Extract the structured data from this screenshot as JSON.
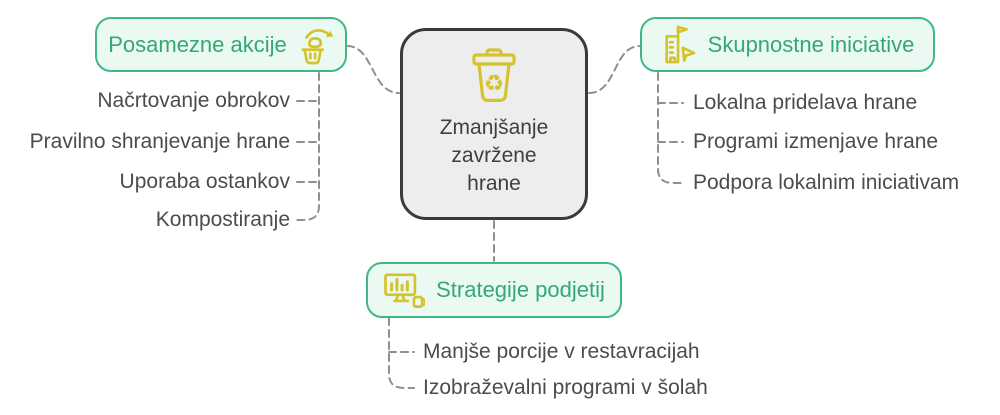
{
  "colors": {
    "green_border": "#41b883",
    "green_fill": "#eafaf2",
    "green_text": "#34a873",
    "yellow": "#d4c32b",
    "center_border": "#3a3a3a",
    "center_fill": "#ededed",
    "center_text": "#3f3f3f",
    "item_text": "#4c4c4c",
    "connector": "#8f8f8f"
  },
  "center_node": {
    "icon": "recycle-bin-icon",
    "title_lines": [
      "Zmanjšanje",
      "zavržene",
      "hrane"
    ]
  },
  "branches": [
    {
      "id": "posamezne-akcije",
      "label": "Posamezne akcije",
      "icon": "hand-throwing-into-bin-icon",
      "items": [
        "Načrtovanje obrokov",
        "Pravilno shranjevanje hrane",
        "Uporaba ostankov",
        "Kompostiranje"
      ]
    },
    {
      "id": "skupnostne-iniciative",
      "label": "Skupnostne iniciative",
      "icon": "community-building-flag-cursor-icon",
      "items": [
        "Lokalna pridelava hrane",
        "Programi izmenjave hrane",
        "Podpora lokalnim iniciativam"
      ]
    },
    {
      "id": "strategije-podjetij",
      "label": "Strategije podjetij",
      "icon": "monitor-bar-chart-cup-icon",
      "items": [
        "Manjše porcije v restavracijah",
        "Izobraževalni programi v šolah"
      ]
    }
  ]
}
